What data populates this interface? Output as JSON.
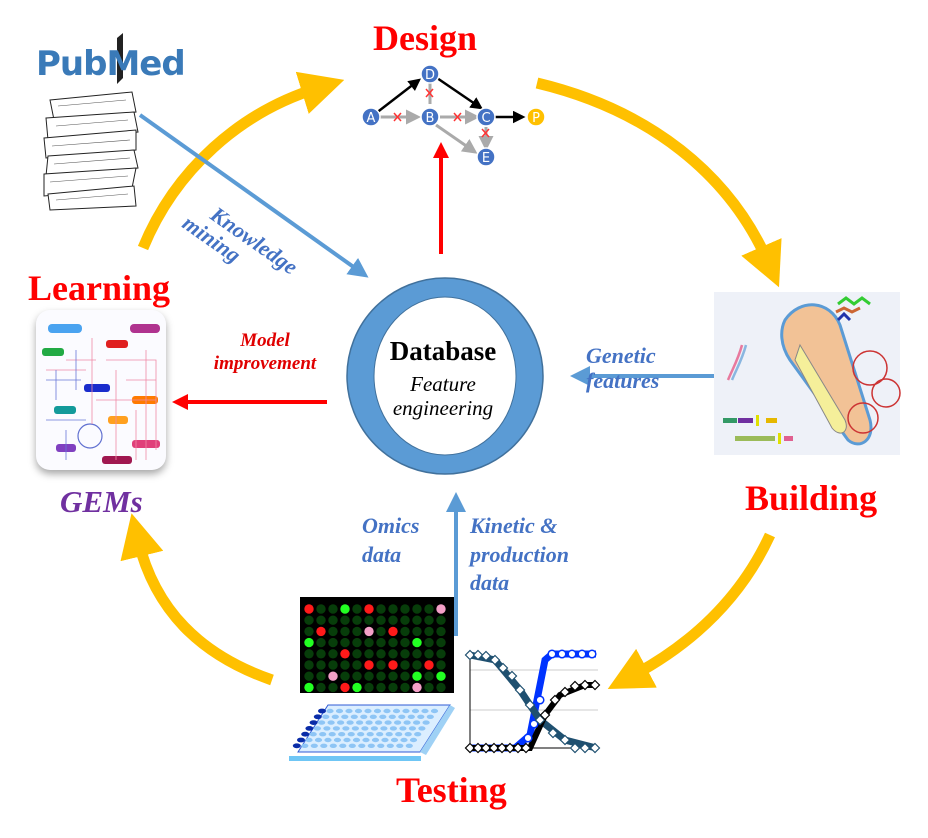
{
  "stages": {
    "design": "Design",
    "building": "Building",
    "testing": "Testing",
    "learning": "Learning"
  },
  "center": {
    "title": "Database",
    "subtitle_line1": "Feature",
    "subtitle_line2": "engineering"
  },
  "flows": {
    "knowledge_mining": [
      "Knowledge",
      "mining"
    ],
    "genetic_features": [
      "Genetic",
      "features"
    ],
    "omics_data": [
      "Omics",
      "data"
    ],
    "kinetic_production": [
      "Kinetic &",
      "production",
      "data"
    ],
    "model_improvement": [
      "Model",
      "improvement"
    ]
  },
  "sources": {
    "pubmed_logo": "PubMed",
    "gems_label": "GEMs"
  },
  "pathway": {
    "nodes": [
      "A",
      "B",
      "C",
      "D",
      "E",
      "P"
    ],
    "edges": [
      {
        "from": "A",
        "to": "D",
        "status": "active"
      },
      {
        "from": "D",
        "to": "C",
        "status": "active"
      },
      {
        "from": "C",
        "to": "P",
        "status": "active"
      },
      {
        "from": "A",
        "to": "B",
        "status": "knocked-out"
      },
      {
        "from": "B",
        "to": "C",
        "status": "knocked-out"
      },
      {
        "from": "D",
        "to": "B",
        "status": "knocked-out"
      },
      {
        "from": "C",
        "to": "E",
        "status": "knocked-out"
      },
      {
        "from": "B",
        "to": "E",
        "status": "inactive"
      }
    ]
  },
  "microarray": {
    "rows": [
      "R..G.R.....P",
      "............",
      ".R...P.R....",
      "G........G..",
      "...R........",
      ".....R.R..R.",
      "..P......G.G",
      "G..RG....P.."
    ]
  },
  "colors": {
    "cycle_arrow": "#ffc000",
    "flow_arrow": "#5b9bd5",
    "red_arrow": "#ff0000",
    "database_ring": "#5b9bd5",
    "stage_title": "#ff0000",
    "flow_text": "#4472c4",
    "gems_text": "#7030a0",
    "node_blue": "#4472c4",
    "node_product": "#ffc000"
  }
}
